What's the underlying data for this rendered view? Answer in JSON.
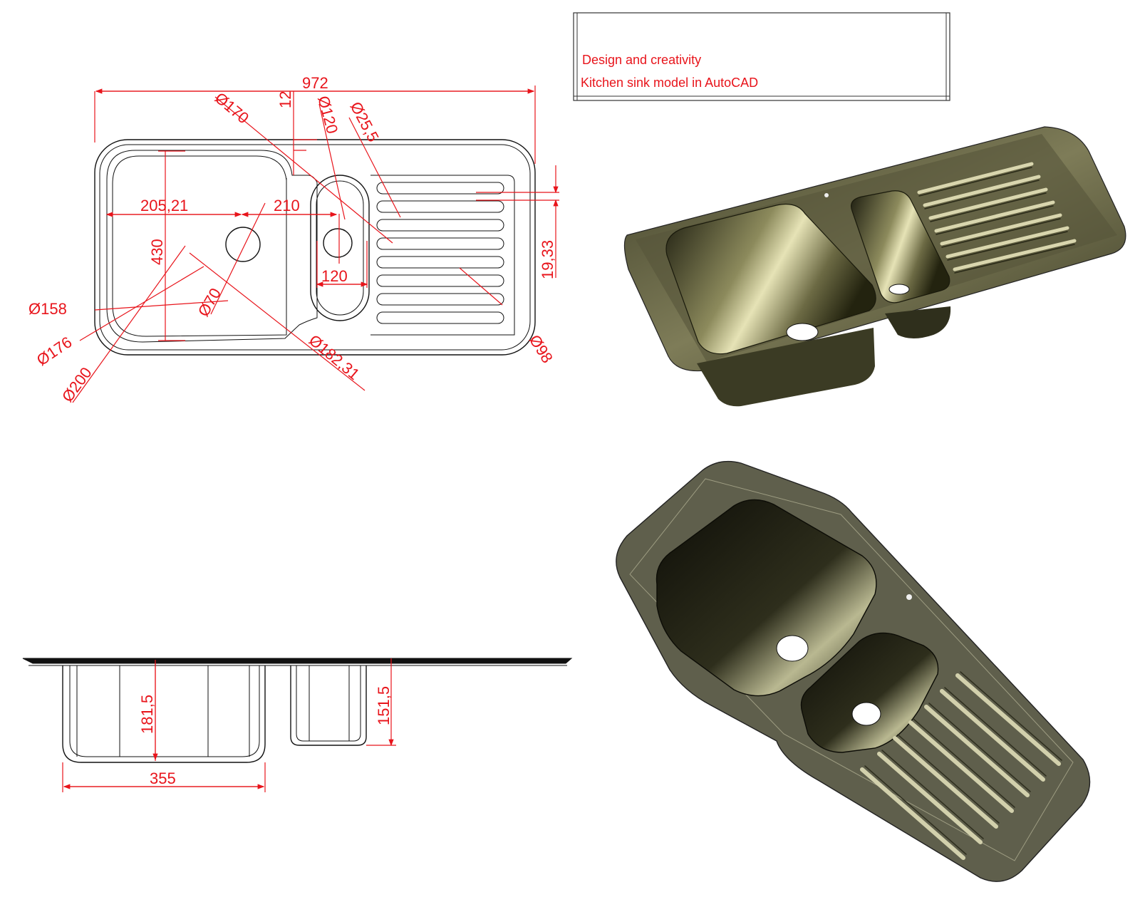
{
  "title_block": {
    "line1": "Design and creativity",
    "line2": "Kitchen sink model in AutoCAD"
  },
  "dimensions": {
    "overall_length": "972",
    "d170": "Ø170",
    "d12": "12",
    "d120_top": "Ø120",
    "d25_5": "Ø25,5",
    "d205_21": "205,21",
    "d210": "210",
    "d430": "430",
    "d19_33": "19,33",
    "d120_width": "120",
    "d158": "Ø158",
    "d70": "Ø70",
    "d176": "Ø176",
    "d200": "Ø200",
    "d182_31": "Ø182,31",
    "d98": "Ø98",
    "d181_5": "181,5",
    "d151_5": "151,5",
    "d355": "355"
  },
  "colors": {
    "dimension": "#e8141b",
    "outline": "#111111",
    "render_top": "#5a5a3c",
    "render_bottom": "#5f5f4c"
  }
}
